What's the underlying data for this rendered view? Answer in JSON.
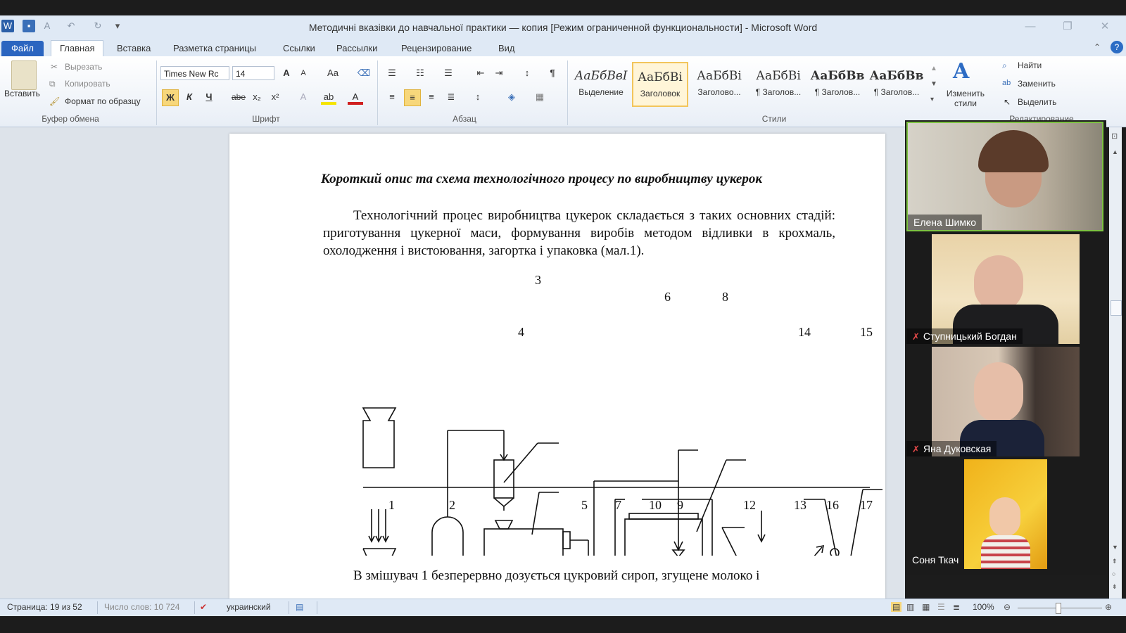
{
  "window": {
    "title": "Методичні вказівки до навчальної практики — копия [Режим ограниченной функциональности]  -  Microsoft Word",
    "minimize": "—",
    "restore": "❐",
    "close": "✕"
  },
  "tabs": [
    "Файл",
    "Главная",
    "Вставка",
    "Разметка страницы",
    "Ссылки",
    "Рассылки",
    "Рецензирование",
    "Вид"
  ],
  "ribbon": {
    "clipboard": {
      "paste": "Вставить",
      "cut": "Вырезать",
      "copy": "Копировать",
      "format_painter": "Формат по образцу",
      "label": "Буфер обмена"
    },
    "font": {
      "name": "Times New Rc",
      "size": "14",
      "change_case": "Aa",
      "bold": "Ж",
      "italic": "К",
      "underline": "Ч",
      "strike": "abe",
      "sub": "x₂",
      "sup": "x²",
      "grow": "A",
      "shrink": "A",
      "label": "Шрифт"
    },
    "paragraph": {
      "label": "Абзац",
      "pilcrow": "¶"
    },
    "styles": {
      "items": [
        {
          "sample": "АаБбВвІ",
          "name": "Выделение"
        },
        {
          "sample": "АаБбВі",
          "name": "Заголовок"
        },
        {
          "sample": "АаБбВі",
          "name": "Заголово..."
        },
        {
          "sample": "АаБбВі",
          "name": "¶ Заголов..."
        },
        {
          "sample": "АаБбВв",
          "name": "¶ Заголов..."
        },
        {
          "sample": "АаБбВв",
          "name": "¶ Заголов..."
        }
      ],
      "change_styles": "Изменить стили",
      "label": "Стили"
    },
    "editing": {
      "find": "Найти",
      "replace": "Заменить",
      "select": "Выделить",
      "label": "Редактирование"
    }
  },
  "document": {
    "heading": "Короткий опис та схема технологічного процесу по виробництву цукерок",
    "intro": "Технологічний процес виробництва цукерок складається з таких основних стадій: приготування цукерної маси, формування виробів методом відливки в крохмаль, охолодження і вистоювання, загортка і упаковка (мал.1).",
    "bottom_paragraph": "В змішувач 1 безперервно дозується цукровий сироп, згущене молоко і",
    "diagram_labels": [
      "1",
      "2",
      "3",
      "4",
      "5",
      "6",
      "7",
      "8",
      "9",
      "10",
      "12",
      "13",
      "14",
      "15",
      "16",
      "17"
    ]
  },
  "participants": [
    {
      "name": "Елена Шимко",
      "muted": false
    },
    {
      "name": "Ступницький Богдан",
      "muted": true
    },
    {
      "name": "Яна Дуковская",
      "muted": true
    },
    {
      "name": "Соня Ткач",
      "muted": false
    }
  ],
  "status": {
    "page": "Страница: 19 из 52",
    "words": "Число слов: 10 724",
    "language": "украинский",
    "zoom": "100%"
  }
}
